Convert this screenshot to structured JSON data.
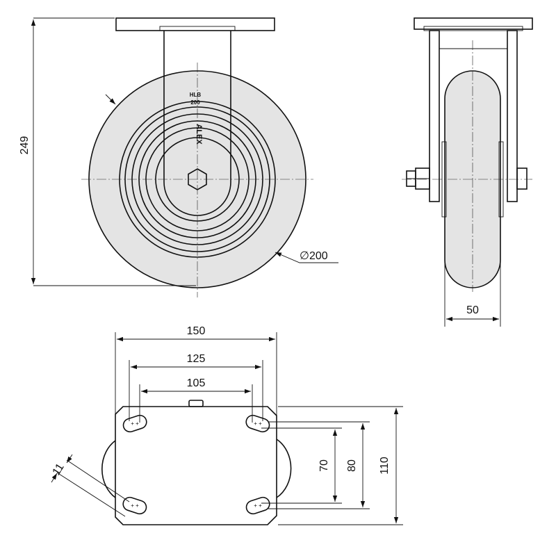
{
  "front_view": {
    "height_label": "249",
    "diameter_label": "∅200",
    "bracket_marking": {
      "line1": "HLB",
      "line2": "200",
      "brand": "ALEX"
    }
  },
  "side_view": {
    "width_label": "50"
  },
  "plate_view": {
    "width_outer_label": "150",
    "width_mid_label": "125",
    "width_inner_label": "105",
    "height_inner_label": "70",
    "height_mid_label": "80",
    "height_outer_label": "110",
    "slot_label": "11"
  },
  "colors": {
    "line": "#111111",
    "wheel_fill": "#e4e4e4",
    "background": "#ffffff"
  }
}
